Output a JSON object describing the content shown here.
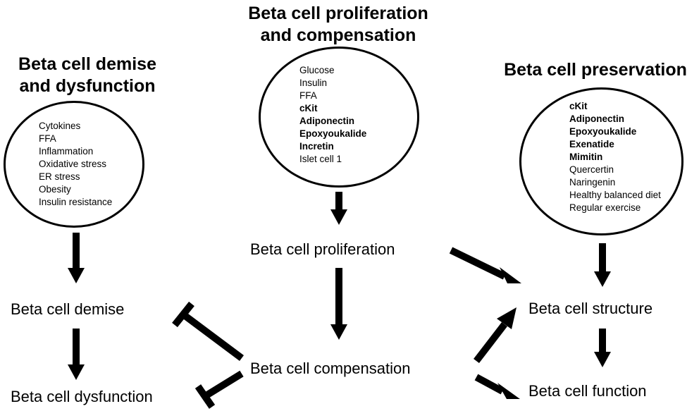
{
  "headings": {
    "left": [
      "Beta cell demise",
      "and dysfunction"
    ],
    "center": [
      "Beta cell proliferation",
      "and compensation"
    ],
    "right": [
      "Beta cell preservation"
    ]
  },
  "circles": {
    "left": [
      {
        "text": "Cytokines",
        "bold": false
      },
      {
        "text": "FFA",
        "bold": false
      },
      {
        "text": "Inflammation",
        "bold": false
      },
      {
        "text": "Oxidative stress",
        "bold": false
      },
      {
        "text": "ER stress",
        "bold": false
      },
      {
        "text": "Obesity",
        "bold": false
      },
      {
        "text": "Insulin resistance",
        "bold": false
      }
    ],
    "center": [
      {
        "text": "Glucose",
        "bold": false
      },
      {
        "text": "Insulin",
        "bold": false
      },
      {
        "text": "FFA",
        "bold": false
      },
      {
        "text": "cKit",
        "bold": true
      },
      {
        "text": "Adiponectin",
        "bold": true
      },
      {
        "text": "Epoxyoukalide",
        "bold": true
      },
      {
        "text": "Incretin",
        "bold": true
      },
      {
        "text": "Islet cell 1",
        "bold": false
      }
    ],
    "right": [
      {
        "text": "cKit",
        "bold": true
      },
      {
        "text": "Adiponectin",
        "bold": true
      },
      {
        "text": "Epoxyoukalide",
        "bold": true
      },
      {
        "text": "Exenatide",
        "bold": true
      },
      {
        "text": "Mimitin",
        "bold": true
      },
      {
        "text": "Quercertin",
        "bold": false
      },
      {
        "text": "Naringenin",
        "bold": false
      },
      {
        "text": "Healthy balanced diet",
        "bold": false
      },
      {
        "text": "Regular exercise",
        "bold": false
      }
    ]
  },
  "nodes": {
    "demise": "Beta cell demise",
    "dysfunction": "Beta cell dysfunction",
    "proliferation": "Beta cell proliferation",
    "compensation": "Beta cell compensation",
    "structure": "Beta cell structure",
    "function": "Beta cell function"
  }
}
